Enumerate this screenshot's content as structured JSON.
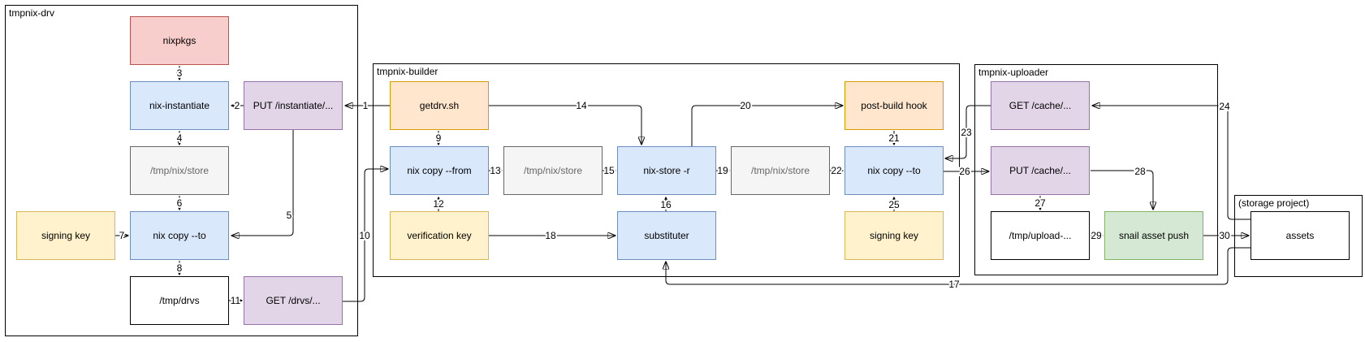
{
  "diagram": {
    "containers": {
      "drv": {
        "label": "tmpnix-drv"
      },
      "builder": {
        "label": "tmpnix-builder"
      },
      "uploader": {
        "label": "tmpnix-uploader"
      },
      "storage": {
        "label": "(storage project)"
      }
    },
    "nodes": {
      "nixpkgs": {
        "label": "nixpkgs",
        "color": "red"
      },
      "nix_instantiate": {
        "label": "nix-instantiate",
        "color": "blue"
      },
      "put_instantiate": {
        "label": "PUT /instantiate/...",
        "color": "purple"
      },
      "drv_store": {
        "label": "/tmp/nix/store",
        "color": "gray"
      },
      "drv_signing_key": {
        "label": "signing key",
        "color": "yellow"
      },
      "drv_nix_copy_to": {
        "label": "nix copy --to",
        "color": "blue"
      },
      "tmp_drvs": {
        "label": "/tmp/drvs",
        "color": "white"
      },
      "get_drvs": {
        "label": "GET /drvs/...",
        "color": "purple"
      },
      "getdrv_sh": {
        "label": "getdrv.sh",
        "color": "orange"
      },
      "nix_copy_from": {
        "label": "nix copy --from",
        "color": "blue"
      },
      "builder_store_1": {
        "label": "/tmp/nix/store",
        "color": "gray"
      },
      "nix_store_r": {
        "label": "nix-store -r",
        "color": "blue"
      },
      "builder_store_2": {
        "label": "/tmp/nix/store",
        "color": "gray"
      },
      "builder_nix_copy_to": {
        "label": "nix copy --to",
        "color": "blue"
      },
      "post_build_hook": {
        "label": "post-build hook",
        "color": "orange"
      },
      "verification_key": {
        "label": "verification key",
        "color": "yellow"
      },
      "substituter": {
        "label": "substituter",
        "color": "blue"
      },
      "builder_signing_key": {
        "label": "signing key",
        "color": "yellow"
      },
      "get_cache": {
        "label": "GET /cache/...",
        "color": "purple"
      },
      "put_cache": {
        "label": "PUT /cache/...",
        "color": "purple"
      },
      "tmp_upload": {
        "label": "/tmp/upload-...",
        "color": "white"
      },
      "snail_asset_push": {
        "label": "snail asset push",
        "color": "green"
      },
      "assets": {
        "label": "assets",
        "color": "white"
      }
    },
    "edges": {
      "e1": {
        "label": "1",
        "from": "getdrv_sh",
        "to": "put_instantiate"
      },
      "e2": {
        "label": "2",
        "from": "put_instantiate",
        "to": "nix_instantiate"
      },
      "e3": {
        "label": "3",
        "from": "nixpkgs",
        "to": "nix_instantiate"
      },
      "e4": {
        "label": "4",
        "from": "nix_instantiate",
        "to": "drv_store"
      },
      "e5": {
        "label": "5",
        "from": "put_instantiate",
        "to": "drv_nix_copy_to"
      },
      "e6": {
        "label": "6",
        "from": "drv_store",
        "to": "drv_nix_copy_to"
      },
      "e7": {
        "label": "7",
        "from": "drv_signing_key",
        "to": "drv_nix_copy_to"
      },
      "e8": {
        "label": "8",
        "from": "drv_nix_copy_to",
        "to": "tmp_drvs"
      },
      "e9": {
        "label": "9",
        "from": "getdrv_sh",
        "to": "nix_copy_from"
      },
      "e10": {
        "label": "10",
        "from": "get_drvs",
        "to": "nix_copy_from"
      },
      "e11": {
        "label": "11",
        "from": "tmp_drvs",
        "to": "get_drvs"
      },
      "e12": {
        "label": "12",
        "from": "verification_key",
        "to": "nix_copy_from"
      },
      "e13": {
        "label": "13",
        "from": "nix_copy_from",
        "to": "builder_store_1"
      },
      "e14": {
        "label": "14",
        "from": "getdrv_sh",
        "to": "nix_store_r"
      },
      "e15": {
        "label": "15",
        "from": "builder_store_1",
        "to": "nix_store_r"
      },
      "e16": {
        "label": "16",
        "from": "substituter",
        "to": "nix_store_r"
      },
      "e17": {
        "label": "17",
        "from": "assets",
        "to": "substituter"
      },
      "e18": {
        "label": "18",
        "from": "verification_key",
        "to": "substituter"
      },
      "e19": {
        "label": "19",
        "from": "nix_store_r",
        "to": "builder_store_2"
      },
      "e20": {
        "label": "20",
        "from": "nix_store_r",
        "to": "post_build_hook"
      },
      "e21": {
        "label": "21",
        "from": "post_build_hook",
        "to": "builder_nix_copy_to"
      },
      "e22": {
        "label": "22",
        "from": "builder_store_2",
        "to": "builder_nix_copy_to"
      },
      "e23": {
        "label": "23",
        "from": "get_cache",
        "to": "builder_nix_copy_to"
      },
      "e24": {
        "label": "24",
        "from": "assets",
        "to": "get_cache"
      },
      "e25": {
        "label": "25",
        "from": "builder_signing_key",
        "to": "builder_nix_copy_to"
      },
      "e26": {
        "label": "26",
        "from": "builder_nix_copy_to",
        "to": "put_cache"
      },
      "e27": {
        "label": "27",
        "from": "put_cache",
        "to": "tmp_upload"
      },
      "e28": {
        "label": "28",
        "from": "put_cache",
        "to": "snail_asset_push"
      },
      "e29": {
        "label": "29",
        "from": "tmp_upload",
        "to": "snail_asset_push"
      },
      "e30": {
        "label": "30",
        "from": "snail_asset_push",
        "to": "assets"
      }
    },
    "palette": {
      "red_fill": "#f8cecc",
      "red_stroke": "#b85450",
      "blue_fill": "#dae8fc",
      "blue_stroke": "#6c8ebf",
      "purple_fill": "#e1d5e7",
      "purple_stroke": "#9673a6",
      "gray_fill": "#f5f5f5",
      "gray_stroke": "#666666",
      "yellow_fill": "#fff2cc",
      "yellow_stroke": "#d6b656",
      "orange_fill": "#ffe6cc",
      "orange_stroke": "#d79b00",
      "green_fill": "#d5e8d4",
      "green_stroke": "#82b366",
      "edge_color": "#000000"
    }
  }
}
